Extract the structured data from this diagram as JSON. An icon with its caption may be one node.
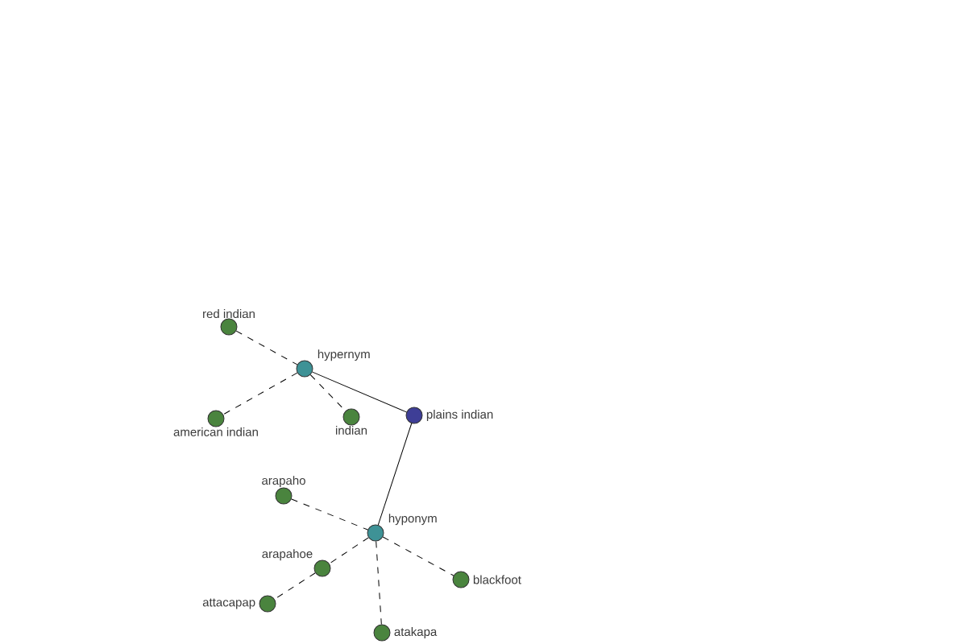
{
  "diagram": {
    "nodes": [
      {
        "text": [
          "hypernym"
        ]
      },
      {
        "text": [
          "red indian"
        ]
      },
      {
        "text": [
          "american indian"
        ]
      },
      {
        "text": [
          "indian"
        ]
      },
      {
        "text": [
          "plains indian"
        ]
      },
      {
        "text": [
          "hyponym"
        ]
      },
      {
        "text": [
          "arapaho"
        ]
      },
      {
        "text": [
          "arapahoe"
        ]
      },
      {
        "text": [
          "attacapap"
        ]
      },
      {
        "text": [
          "atakapa"
        ]
      },
      {
        "text": [
          "blackfoot"
        ]
      }
    ],
    "edges": [
      {
        "from": 1,
        "to": 0,
        "arrow": "none",
        "style": "dashed"
      },
      {
        "from": 0,
        "to": 2,
        "arrow": "none",
        "style": "dashed"
      },
      {
        "from": 0,
        "to": 3,
        "arrow": "none",
        "style": "dashed"
      },
      {
        "from": 0,
        "to": 4,
        "arrow": "none"
      },
      {
        "from": 4,
        "to": 5,
        "arrow": "none"
      },
      {
        "from": 6,
        "to": 5,
        "arrow": "none",
        "style": "dashed"
      },
      {
        "from": 5,
        "to": 7,
        "arrow": "none",
        "style": "dashed"
      },
      {
        "from": 7,
        "to": 8,
        "arrow": "none",
        "style": "dashed"
      },
      {
        "from": 5,
        "to": 9,
        "arrow": "none",
        "style": "dashed"
      },
      {
        "from": 5,
        "to": 10,
        "arrow": "none",
        "style": "dashed"
      }
    ]
  }
}
